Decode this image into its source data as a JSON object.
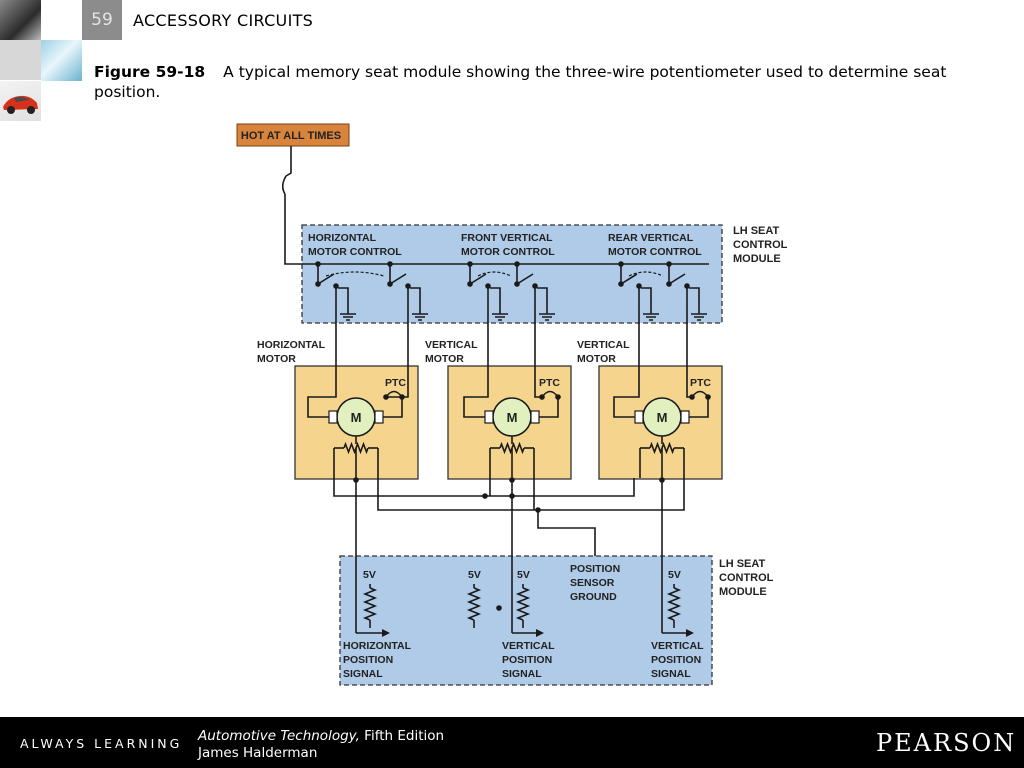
{
  "header": {
    "chapter_number": "59",
    "chapter_title": "ACCESSORY CIRCUITS"
  },
  "caption": {
    "figure_number": "Figure 59-18",
    "text": "A typical memory seat module showing the three-wire potentiometer used to determine seat position."
  },
  "diagram": {
    "hot_label": "HOT AT ALL TIMES",
    "top_module_label": "LH SEAT CONTROL MODULE",
    "bottom_module_label": "LH SEAT CONTROL MODULE",
    "motor_controls": [
      "HORIZONTAL MOTOR CONTROL",
      "FRONT VERTICAL MOTOR CONTROL",
      "REAR VERTICAL MOTOR CONTROL"
    ],
    "motors": [
      {
        "label": "HORIZONTAL MOTOR",
        "symbol": "M",
        "ptc": "PTC"
      },
      {
        "label": "VERTICAL MOTOR",
        "symbol": "M",
        "ptc": "PTC"
      },
      {
        "label": "VERTICAL MOTOR",
        "symbol": "M",
        "ptc": "PTC"
      }
    ],
    "voltage_labels": [
      "5V",
      "5V",
      "5V",
      "5V"
    ],
    "position_sensor_ground": "POSITION SENSOR GROUND",
    "signals": [
      "HORIZONTAL POSITION SIGNAL",
      "VERTICAL POSITION SIGNAL",
      "VERTICAL POSITION SIGNAL"
    ],
    "colors": {
      "module_fill": "#afcbe8",
      "motor_fill": "#f5d48e",
      "hot_fill": "#d8843c",
      "wire": "#1a1a1a"
    }
  },
  "footer": {
    "tagline": "ALWAYS LEARNING",
    "book_title": "Automotive Technology,",
    "edition": "Fifth Edition",
    "author": "James Halderman",
    "publisher": "PEARSON"
  }
}
